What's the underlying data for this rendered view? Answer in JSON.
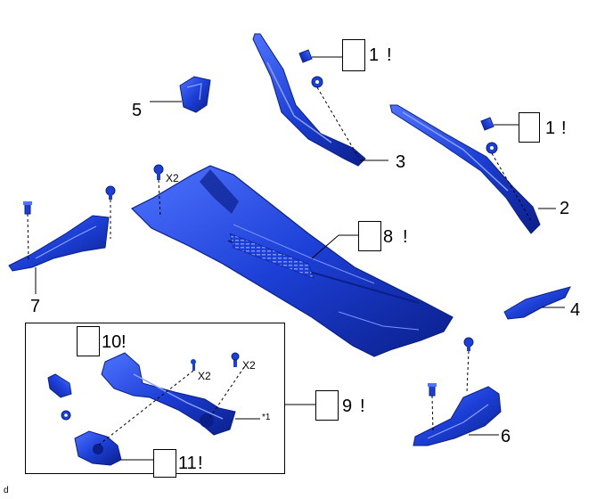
{
  "diagram": {
    "callouts": {
      "c1a": "1",
      "c1b": "1",
      "c2": "2",
      "c3": "3",
      "c4": "4",
      "c5": "5",
      "c6": "6",
      "c7": "7",
      "c8": "8",
      "c9": "9",
      "c10": "10",
      "c11": "11"
    },
    "bang": "!",
    "qty_x2": "X2",
    "note_star1": "*1",
    "corner_code": "d"
  },
  "colors": {
    "part_blue": "#1c3fd6",
    "part_dark": "#0b1f8a",
    "part_light": "#4f73ff",
    "line": "#000000"
  },
  "icon_names": [
    "clip-icon",
    "screw-icon",
    "nut-icon",
    "bolt-icon",
    "wiper-arm-icon",
    "cowl-panel-icon",
    "wiper-motor-icon",
    "wiper-link-icon"
  ]
}
